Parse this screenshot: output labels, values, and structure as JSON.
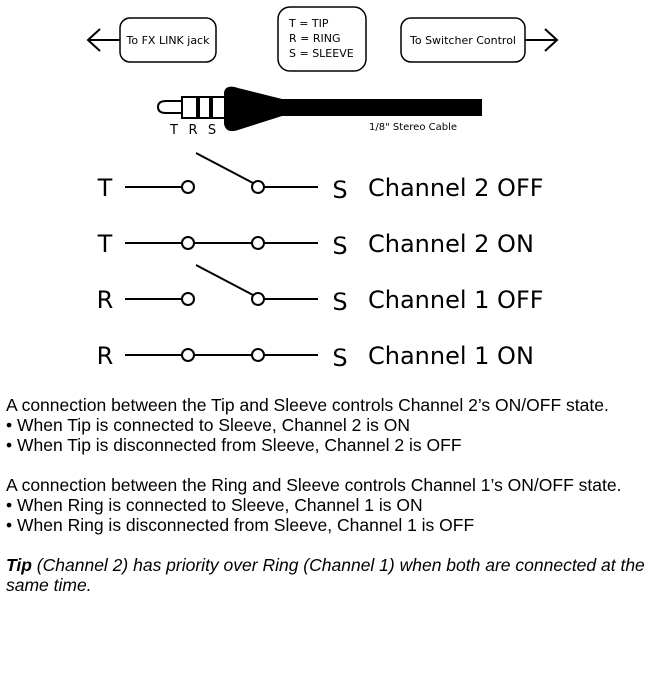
{
  "header": {
    "left_box": "To FX LINK jack",
    "legend": [
      "T = TIP",
      "R = RING",
      "S = SLEEVE"
    ],
    "right_box": "To Switcher Control"
  },
  "plug": {
    "letters": [
      "T",
      "R",
      "S"
    ],
    "cable_label": "1/8\" Stereo Cable"
  },
  "rows": [
    {
      "left": "T",
      "right": "S",
      "label": "Channel 2 OFF",
      "closed": false
    },
    {
      "left": "T",
      "right": "S",
      "label": "Channel 2 ON",
      "closed": true
    },
    {
      "left": "R",
      "right": "S",
      "label": "Channel 1 OFF",
      "closed": false
    },
    {
      "left": "R",
      "right": "S",
      "label": "Channel 1 ON",
      "closed": true
    }
  ],
  "text": {
    "p1": "A connection between the Tip and Sleeve controls Channel 2’s ON/OFF state.",
    "p1_bullets": [
      "When Tip is connected to Sleeve, Channel 2 is ON",
      "When Tip is disconnected from Sleeve, Channel 2 is OFF"
    ],
    "p2": "A connection between the Ring and Sleeve controls Channel 1’s ON/OFF state.",
    "p2_bullets": [
      "When Ring is connected to Sleeve, Channel 1 is ON",
      "When Ring is disconnected from Sleeve, Channel 1 is OFF"
    ],
    "note_bold": "Tip",
    "note_rest": " (Channel 2) has priority over Ring (Channel 1) when both are connected at the same time."
  }
}
